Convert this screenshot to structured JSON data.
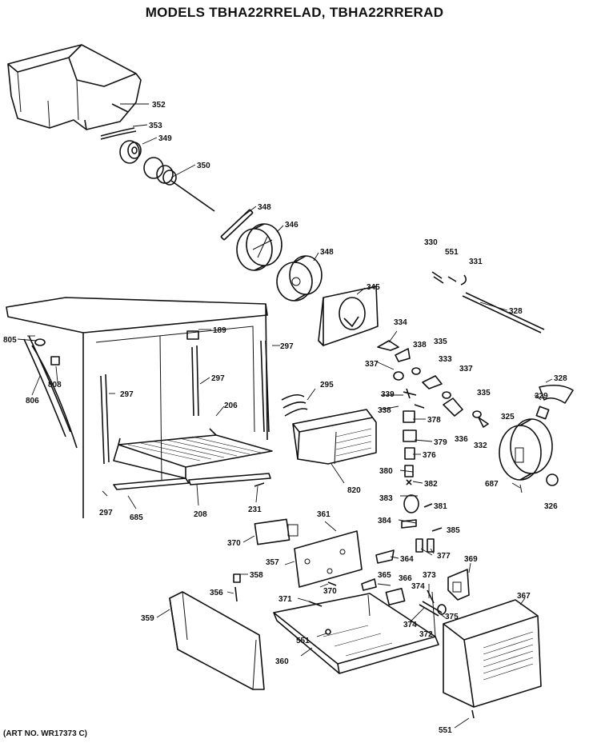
{
  "title": "MODELS TBHA22RRELAD, TBHA22RRERAD",
  "art_number": "(ART NO. WR17373 C)",
  "parts": [
    "352",
    "353",
    "349",
    "350",
    "348",
    "346",
    "348",
    "345",
    "330",
    "551",
    "331",
    "328",
    "334",
    "338",
    "335",
    "333",
    "337",
    "337",
    "336",
    "335",
    "332",
    "339",
    "338",
    "378",
    "379",
    "376",
    "380",
    "382",
    "383",
    "381",
    "384",
    "385",
    "377",
    "364",
    "365",
    "366",
    "373",
    "374",
    "374",
    "375",
    "372",
    "369",
    "367",
    "326",
    "325",
    "329",
    "328",
    "687",
    "805",
    "808",
    "806",
    "189",
    "297",
    "297",
    "297",
    "297",
    "206",
    "208",
    "685",
    "231",
    "295",
    "820",
    "361",
    "370",
    "357",
    "358",
    "356",
    "370",
    "371",
    "359",
    "360",
    "551",
    "551"
  ]
}
